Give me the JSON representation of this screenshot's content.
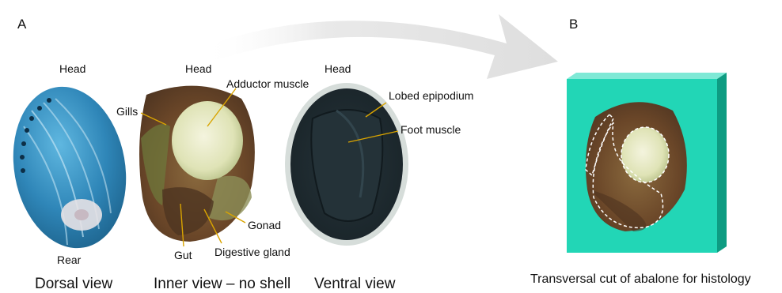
{
  "panels": {
    "a": "A",
    "b": "B"
  },
  "labels": {
    "head_dorsal": "Head",
    "rear_dorsal": "Rear",
    "head_inner": "Head",
    "head_ventral": "Head",
    "adductor_muscle": "Adductor muscle",
    "gills": "Gills",
    "gonad": "Gonad",
    "gut": "Gut",
    "digestive_gland": "Digestive gland",
    "lobed_epipodium": "Lobed epipodium",
    "foot_muscle": "Foot muscle"
  },
  "captions": {
    "dorsal": "Dorsal view",
    "inner": "Inner view – no shell",
    "ventral": "Ventral view",
    "histology": "Transversal cut of abalone for histology"
  },
  "colors": {
    "block_face": "#22d6b6",
    "block_side": "#0e9c82",
    "block_top": "#7fe9d6",
    "arrow": "#e6e6e6",
    "leader_line": "#d9a400",
    "shell_blue": "#2f86b8",
    "foot_dark": "#1d2a30"
  }
}
